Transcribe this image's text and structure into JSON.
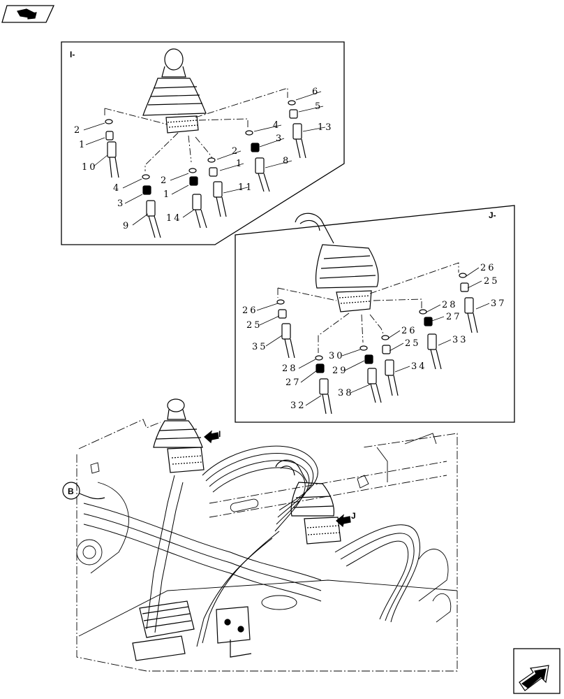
{
  "panels": {
    "I": {
      "label": "I-",
      "callout": "I",
      "labels": [
        "2",
        "1",
        "10",
        "4",
        "3",
        "9",
        "2",
        "1",
        "14",
        "2",
        "1",
        "11",
        "4",
        "3",
        "8",
        "6",
        "5",
        "13"
      ]
    },
    "J": {
      "label": "J-",
      "callout": "J",
      "labels": [
        "26",
        "25",
        "35",
        "28",
        "27",
        "32",
        "30",
        "29",
        "38",
        "26",
        "25",
        "34",
        "28",
        "27",
        "33",
        "26",
        "25",
        "37"
      ]
    }
  },
  "detail": {
    "callout": "B"
  },
  "nav": {
    "top_icon": "book-nav-icon",
    "bottom_icon": "next-page-arrow-icon"
  }
}
